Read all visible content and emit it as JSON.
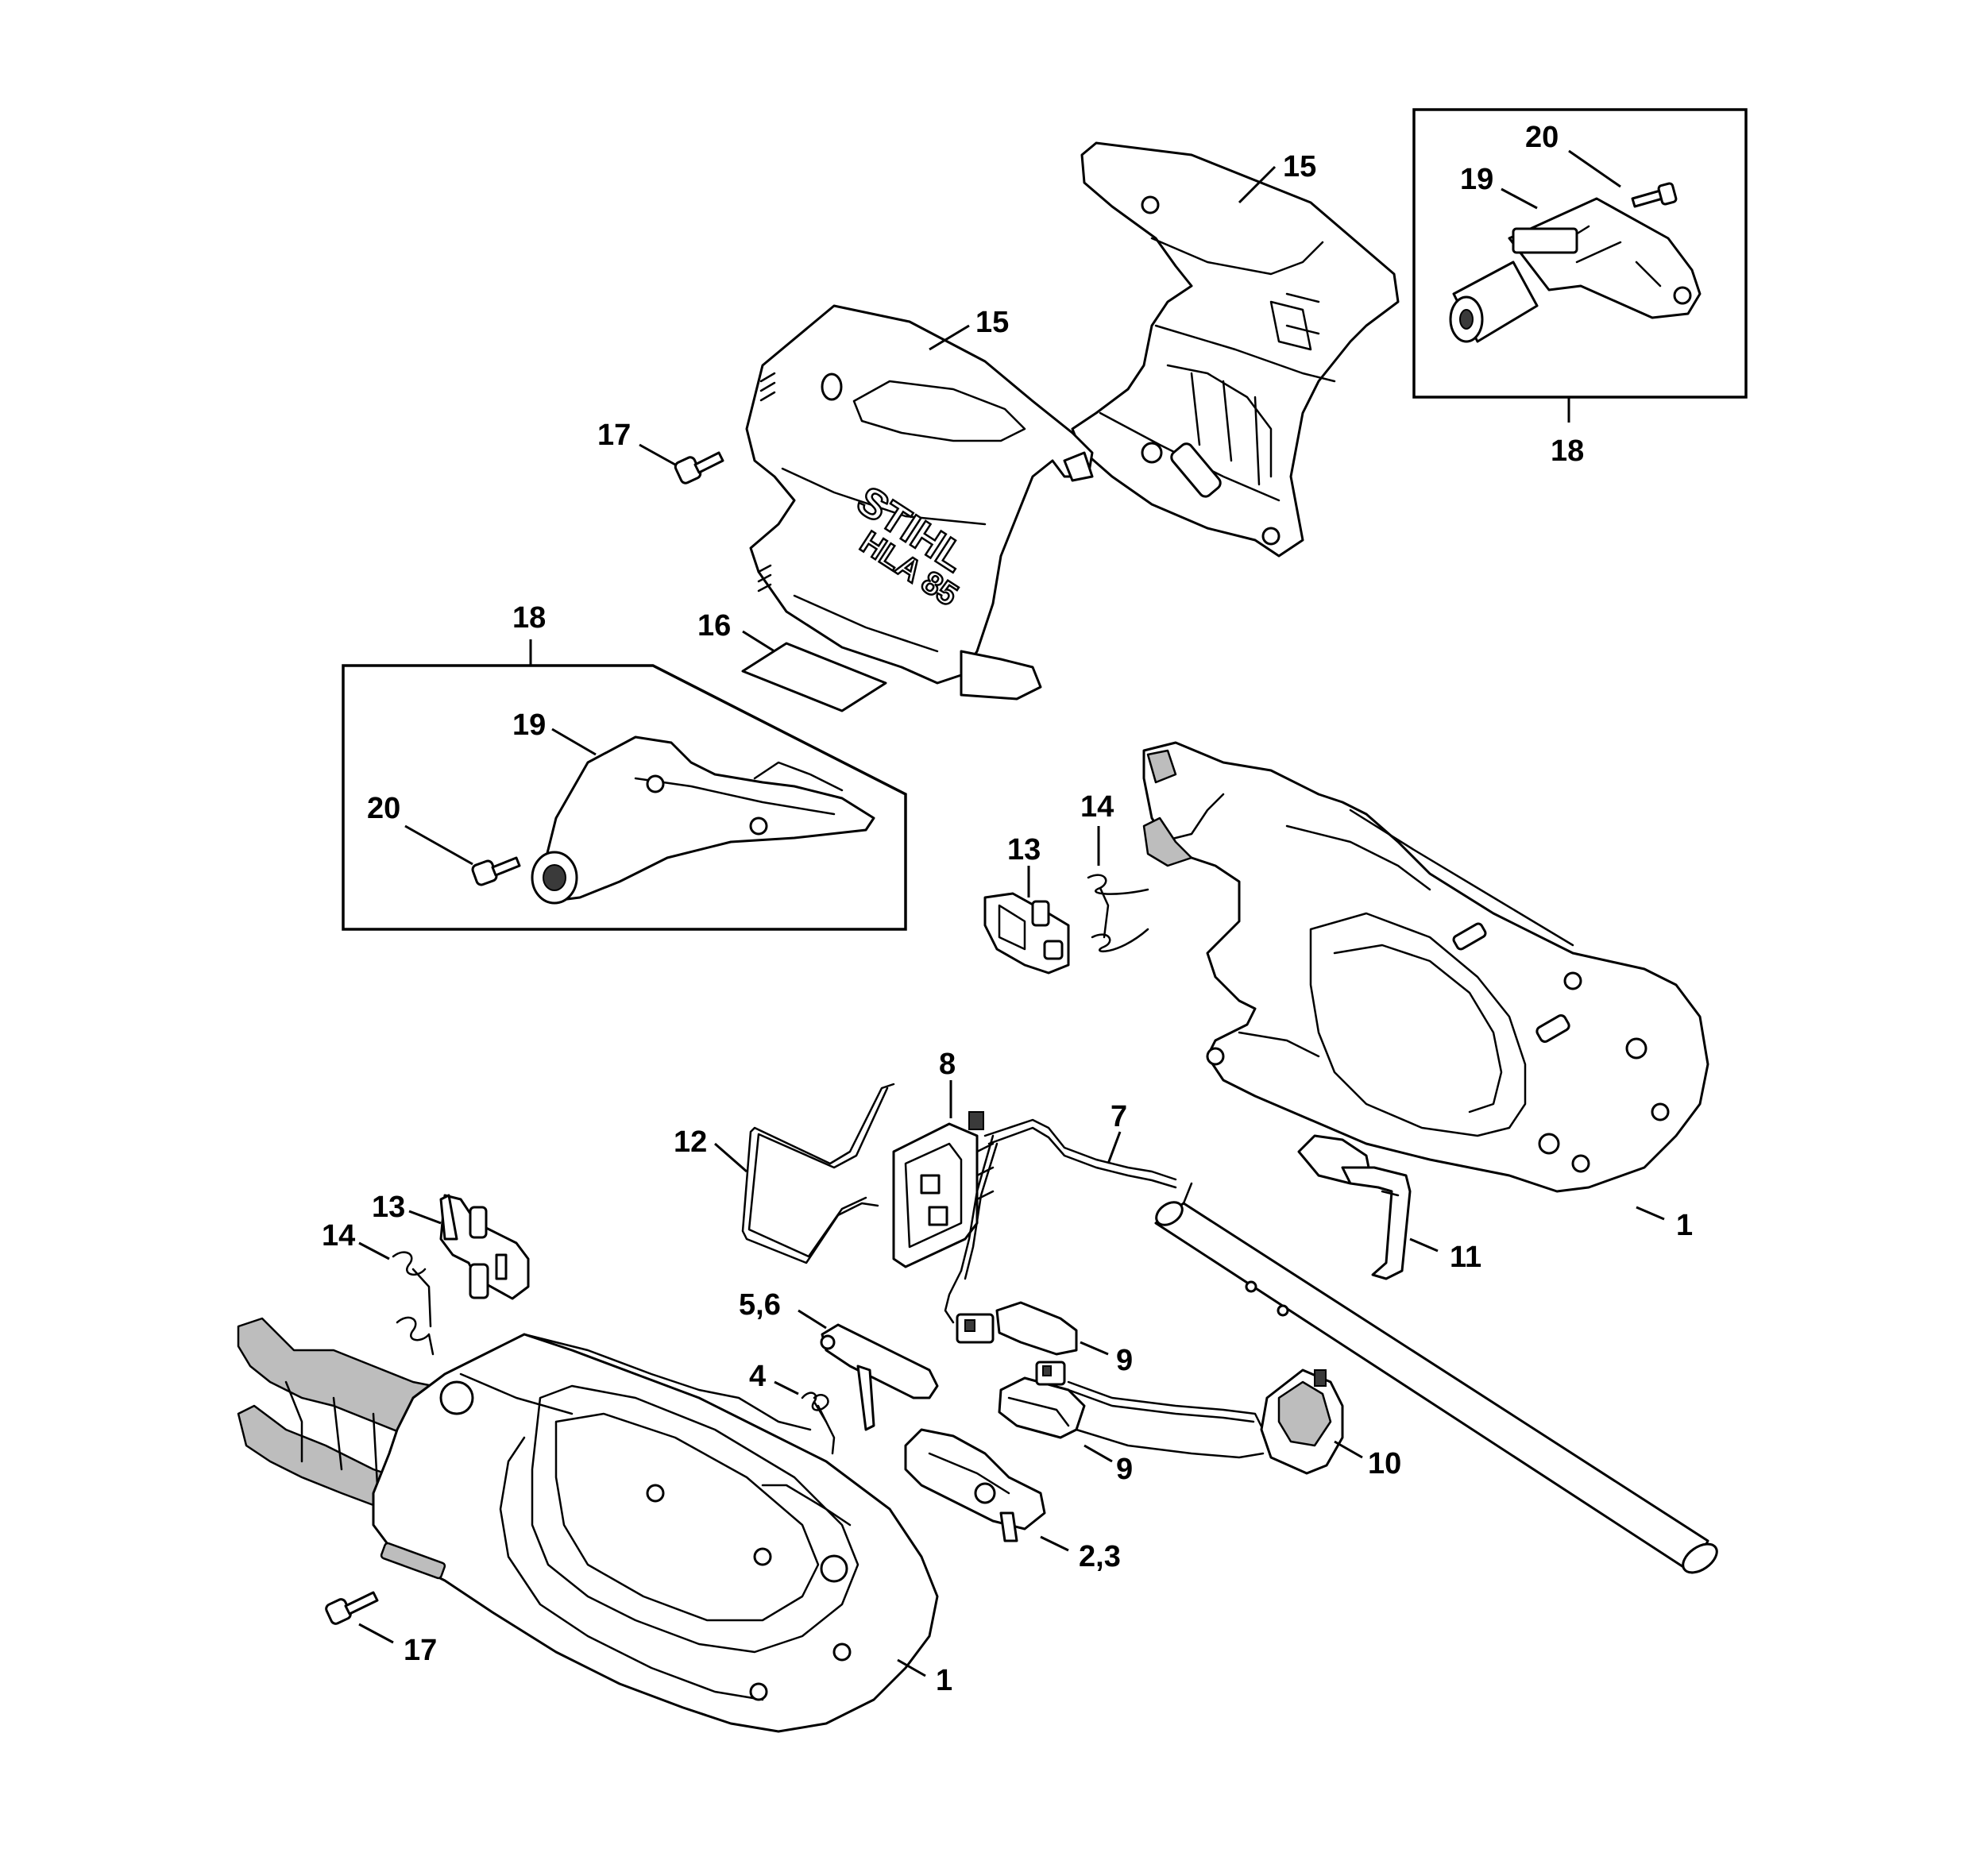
{
  "callouts": {
    "c1": "1",
    "c2": "1",
    "c3": "2,3",
    "c4": "4",
    "c5": "5,6",
    "c6": "7",
    "c7": "8",
    "c8": "9",
    "c9": "9",
    "c10": "10",
    "c11": "11",
    "c12": "12",
    "c13": "13",
    "c14": "13",
    "c15": "14",
    "c16": "14",
    "c17": "15",
    "c18": "15",
    "c19": "16",
    "c20": "17",
    "c21": "17",
    "c22": "18",
    "c23": "18",
    "c24": "19",
    "c25": "19",
    "c26": "20",
    "c27": "20"
  },
  "logo": {
    "brand": "STIHL",
    "model": "HLA 85"
  }
}
